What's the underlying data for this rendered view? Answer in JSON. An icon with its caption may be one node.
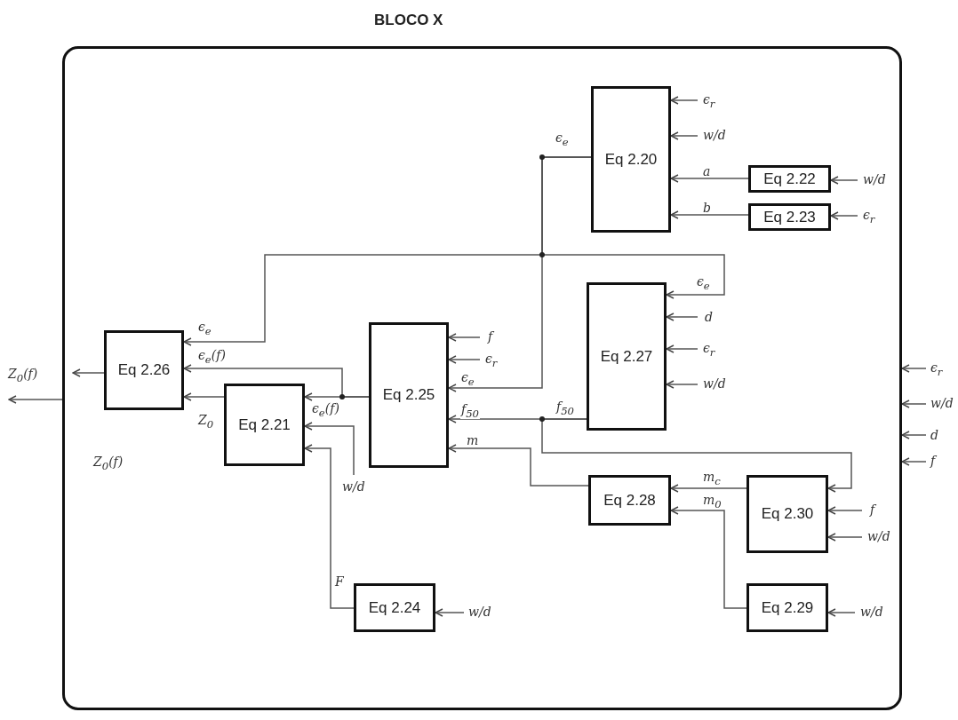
{
  "diagram": {
    "nodes": [
      {
        "text": [
          "BLOCO X"
        ]
      },
      {
        "text": [
          "Eq 2.20"
        ],
        "in": 0
      },
      {
        "text": [
          "Eq 2.22"
        ],
        "in": 0
      },
      {
        "text": [
          "Eq 2.23"
        ],
        "in": 0
      },
      {
        "text": [
          "Eq 2.27"
        ],
        "in": 0
      },
      {
        "text": [
          "Eq 2.26"
        ],
        "in": 0
      },
      {
        "text": [
          "Eq 2.25"
        ],
        "in": 0
      },
      {
        "text": [
          "Eq 2.21"
        ],
        "in": 0
      },
      {
        "text": [
          "Eq 2.28"
        ],
        "in": 0
      },
      {
        "text": [
          "Eq 2.30"
        ],
        "in": 0
      },
      {
        "text": [
          "Eq 2.24"
        ],
        "in": 0
      },
      {
        "text": [
          "Eq 2.29"
        ],
        "in": 0
      }
    ],
    "edges": [
      {
        "from": null,
        "to": 1,
        "arrow": "to",
        "label": "ϵ$_{r}$"
      },
      {
        "from": null,
        "to": 1,
        "arrow": "to",
        "label": "w/d"
      },
      {
        "from": 2,
        "to": 1,
        "arrow": "to",
        "label": "a"
      },
      {
        "from": 3,
        "to": 1,
        "arrow": "to",
        "label": "b"
      },
      {
        "from": null,
        "to": 2,
        "arrow": "to",
        "label": "w/d"
      },
      {
        "from": null,
        "to": 3,
        "arrow": "to",
        "label": "ϵ$_{r}$"
      },
      {
        "from": 1,
        "to": 5,
        "arrow": "to",
        "label": "ϵ$_{e}$"
      },
      {
        "from": 1,
        "to": 4,
        "arrow": "to",
        "label": "ϵ$_{e}$"
      },
      {
        "from": 1,
        "to": 6,
        "arrow": "to",
        "label": "ϵ$_{e}$"
      },
      {
        "from": null,
        "to": 4,
        "arrow": "to",
        "label": "d"
      },
      {
        "from": null,
        "to": 4,
        "arrow": "to",
        "label": "ϵ$_{r}$"
      },
      {
        "from": null,
        "to": 4,
        "arrow": "to",
        "label": "w/d"
      },
      {
        "from": null,
        "to": 6,
        "arrow": "to",
        "label": "f"
      },
      {
        "from": null,
        "to": 6,
        "arrow": "to",
        "label": "ϵ$_{r}$"
      },
      {
        "from": 4,
        "to": 6,
        "arrow": "to",
        "label": "f$_{50}$"
      },
      {
        "from": 4,
        "to": 9,
        "arrow": "to"
      },
      {
        "from": 8,
        "to": 6,
        "arrow": "to",
        "label": "m"
      },
      {
        "from": 6,
        "to": 5,
        "arrow": "to",
        "label": "ϵ$_{e}$(f)"
      },
      {
        "from": 6,
        "to": 7,
        "arrow": "to",
        "label": "ϵ$_{e}$(f)"
      },
      {
        "from": 7,
        "to": 5,
        "arrow": "to",
        "label": "Z$_{0}$"
      },
      {
        "from": null,
        "to": 7,
        "arrow": "to",
        "label": "w/d"
      },
      {
        "from": 10,
        "to": 7,
        "arrow": "to",
        "label": "F"
      },
      {
        "from": 9,
        "to": 8,
        "arrow": "to",
        "label": "m$_{c}$"
      },
      {
        "from": 11,
        "to": 8,
        "arrow": "to",
        "label": "m$_{0}$"
      },
      {
        "from": null,
        "to": 9,
        "arrow": "to",
        "label": "f"
      },
      {
        "from": null,
        "to": 9,
        "arrow": "to",
        "label": "w/d"
      },
      {
        "from": null,
        "to": 10,
        "arrow": "to",
        "label": "w/d"
      },
      {
        "from": null,
        "to": 11,
        "arrow": "to",
        "label": "w/d"
      },
      {
        "from": 5,
        "to": null,
        "arrow": "to"
      },
      {
        "from": 0,
        "to": null,
        "arrow": "to",
        "label": "Z$_{0}$(f)"
      },
      {
        "from": null,
        "to": 0,
        "arrow": "to",
        "label": "ϵ$_{r}$"
      },
      {
        "from": null,
        "to": 0,
        "arrow": "to",
        "label": "w/d"
      },
      {
        "from": null,
        "to": 0,
        "arrow": "to",
        "label": "d"
      },
      {
        "from": null,
        "to": 0,
        "arrow": "to",
        "label": "f"
      }
    ],
    "labels": [
      "ϵ$_{e}$",
      "f$_{50}$",
      "Z$_{0}$(f)"
    ]
  }
}
